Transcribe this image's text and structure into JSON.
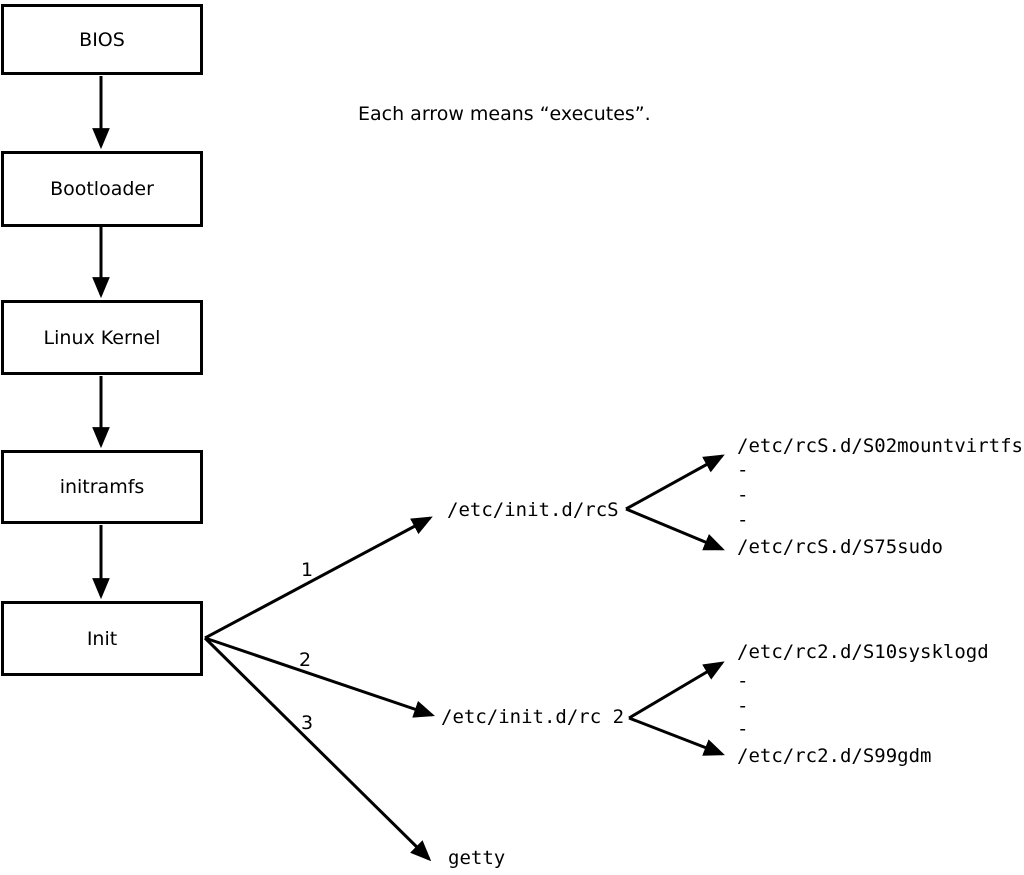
{
  "note": "Each arrow means “executes”.",
  "colors": {
    "line": "#000000",
    "background": "#ffffff"
  },
  "chain": [
    "BIOS",
    "Bootloader",
    "Linux Kernel",
    "initramfs",
    "Init"
  ],
  "branches": [
    {
      "number": "1",
      "target": "/etc/init.d/rcS"
    },
    {
      "number": "2",
      "target": "/etc/init.d/rc 2"
    },
    {
      "number": "3",
      "target": "getty"
    }
  ],
  "rcS_scripts": [
    "/etc/rcS.d/S02mountvirtfs",
    "-",
    "-",
    "-",
    "/etc/rcS.d/S75sudo"
  ],
  "rc2_scripts": [
    "/etc/rc2.d/S10sysklogd",
    "-",
    "-",
    "-",
    "/etc/rc2.d/S99gdm"
  ]
}
